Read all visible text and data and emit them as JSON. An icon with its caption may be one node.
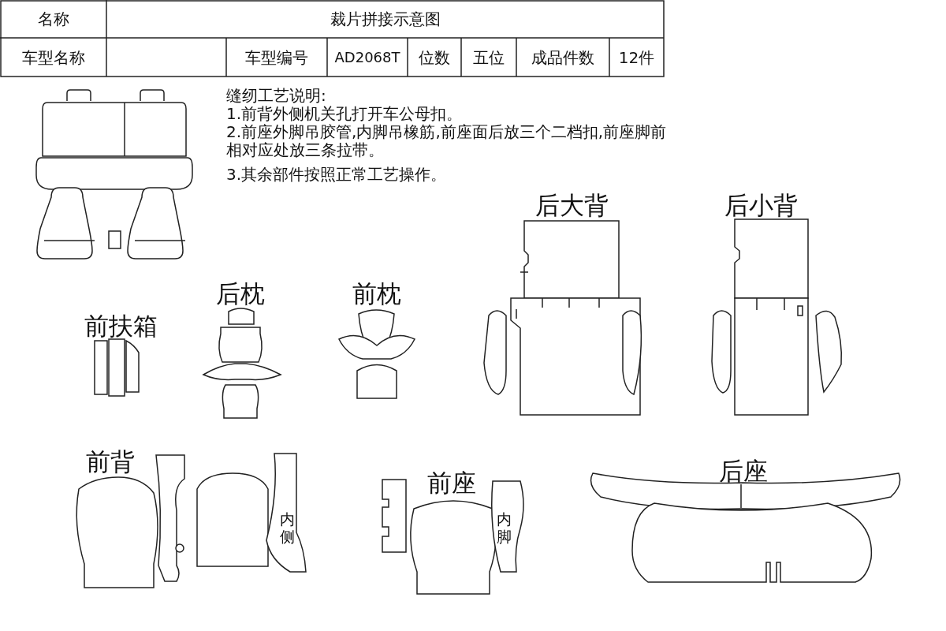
{
  "diagram": {
    "labels": [
      "名称",
      "裁片拼接示意图",
      "车型名称",
      "车型编号",
      "AD2068T",
      "位数",
      "五位",
      "成品件数",
      "12件",
      "缝纫工艺说明:",
      "1.前背外侧机关孔打开车公母扣。",
      "2.前座外脚吊胶管,内脚吊橡筋,前座面后放三个二档扣,前座脚前相对应处放三条拉带。",
      "3.其余部件按照正常工艺操作。",
      "后大背",
      "后小背",
      "后枕",
      "前枕",
      "前扶箱",
      "前背",
      "前座",
      "后座",
      "内侧",
      "内脚"
    ]
  }
}
